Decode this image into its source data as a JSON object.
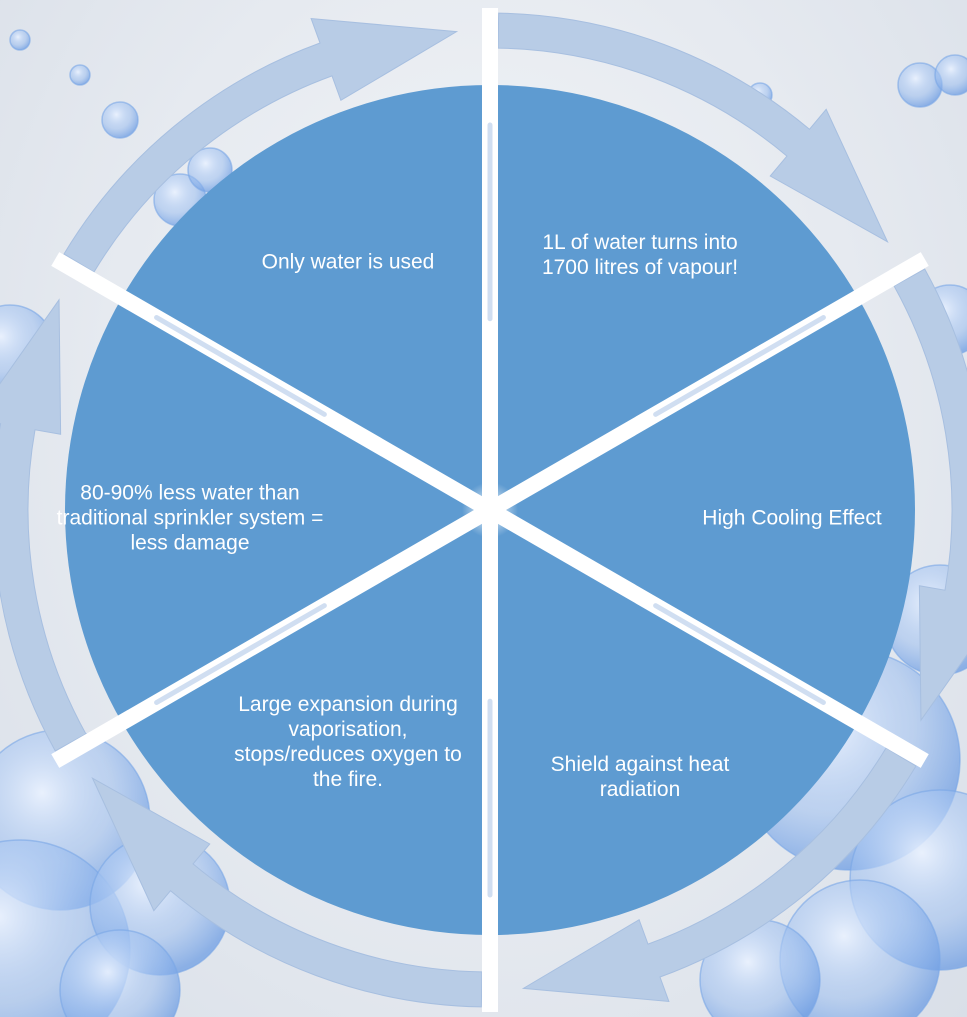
{
  "diagram": {
    "type": "cycle",
    "segments": [
      {
        "id": "top-right",
        "label": "1L of  water turns into 1700 litres of vapour!"
      },
      {
        "id": "right",
        "label": "High Cooling Effect"
      },
      {
        "id": "bottom-right",
        "label": "Shield against heat radiation"
      },
      {
        "id": "bottom-left",
        "label": "Large expansion during vaporisation, stops/reduces oxygen to the fire."
      },
      {
        "id": "left",
        "label": "80-90% less water than traditional sprinkler system = less damage"
      },
      {
        "id": "top-left",
        "label": "Only water is used"
      }
    ]
  },
  "colors": {
    "segment_fill": "#5e9bd1",
    "arrow_fill": "#b8cce6",
    "background": "#e8ecf2",
    "bubble": "#7aa7e6"
  }
}
